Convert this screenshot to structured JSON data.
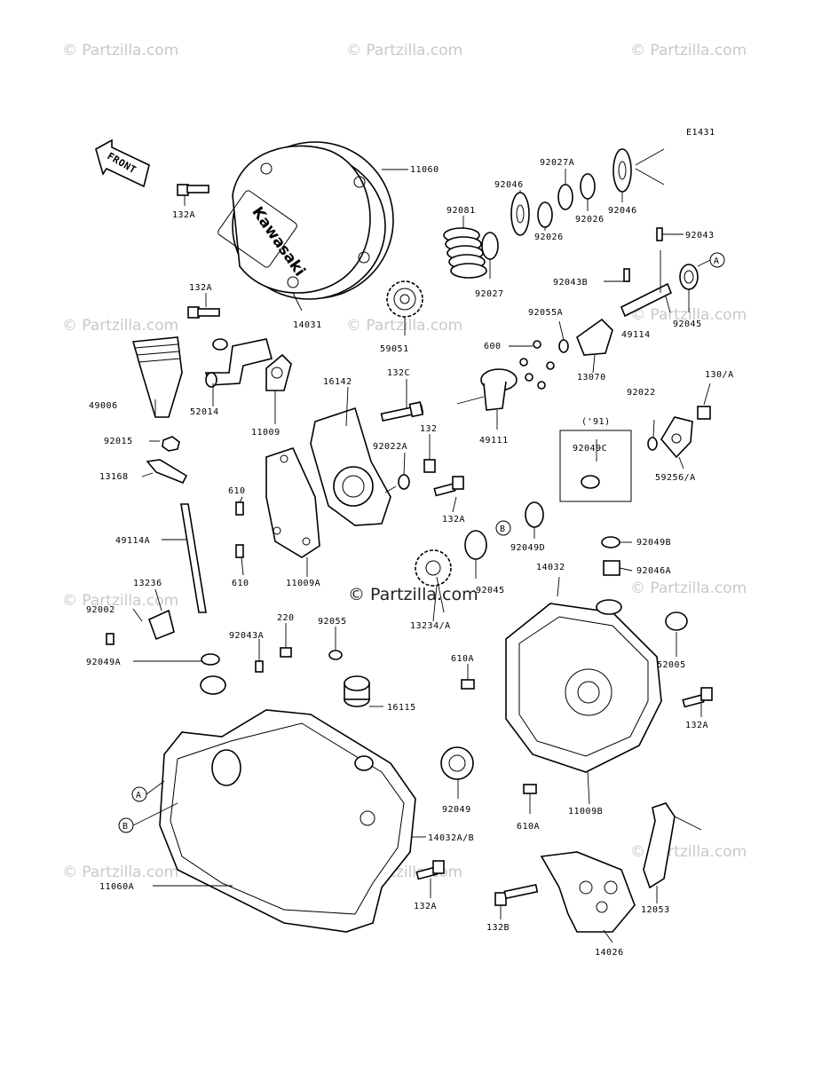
{
  "diagram_code": "E1431",
  "front_label": "FRONT",
  "cover_logo": "Kawasaki",
  "watermark": "© Partzilla.com",
  "year_note": "('91)",
  "callouts": [
    "A",
    "B"
  ],
  "parts": {
    "p11060": "11060",
    "p132A_1": "132A",
    "p14031": "14031",
    "p132A_2": "132A",
    "p49006": "49006",
    "p52014": "52014",
    "p11009": "11009",
    "p92015": "92015",
    "p13168": "13168",
    "p49114A": "49114A",
    "p13236": "13236",
    "p92002": "92002",
    "p92049A": "92049A",
    "p610_1": "610",
    "p610_2": "610",
    "p11009A": "11009A",
    "p16142": "16142",
    "p132C": "132C",
    "p92022A": "92022A",
    "p132": "132",
    "p132A_3": "132A",
    "p92081": "92081",
    "p92046_1": "92046",
    "p92027A": "92027A",
    "p92046_2": "92046",
    "p92026_1": "92026",
    "p92026_2": "92026",
    "p92027": "92027",
    "p59051": "59051",
    "p92043": "92043",
    "p92043B": "92043B",
    "p92045_1": "92045",
    "p49114": "49114",
    "p92055A": "92055A",
    "p600": "600",
    "p13070": "13070",
    "p49111": "49111",
    "p92022": "92022",
    "p130A": "130/A",
    "p92049C": "92049C",
    "p59256A": "59256/A",
    "p92049D": "92049D",
    "p92045_2": "92045",
    "p13234A": "13234/A",
    "p14032": "14032",
    "p92049B": "92049B",
    "p92046A": "92046A",
    "p52005": "52005",
    "p132A_4": "132A",
    "p220": "220",
    "p92055": "92055",
    "p92043A": "92043A",
    "p16115": "16115",
    "p610A_1": "610A",
    "p610A_2": "610A",
    "p11009B": "11009B",
    "p92049": "92049",
    "p14032AB": "14032A/B",
    "p11060A": "11060A",
    "p132A_5": "132A",
    "p132B": "132B",
    "p14026": "14026",
    "p12053": "12053"
  }
}
